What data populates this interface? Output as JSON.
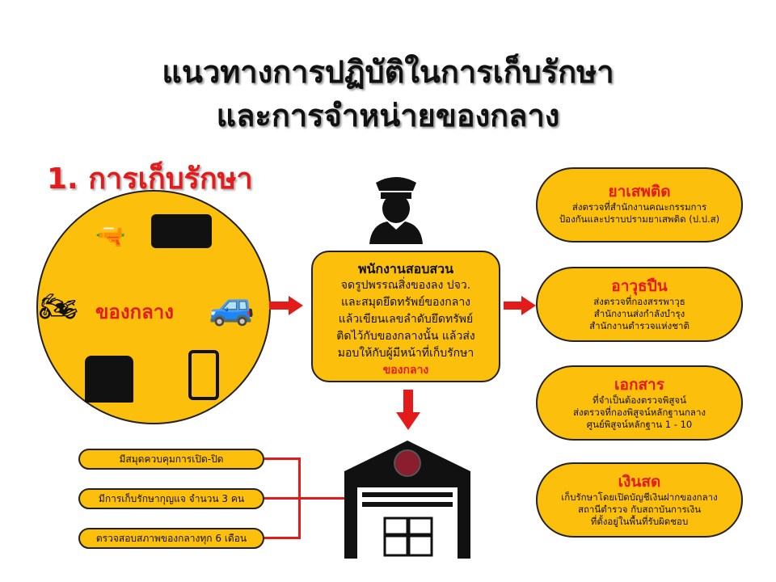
{
  "title": {
    "line1": "แนวทางการปฏิบัติในการเก็บรักษา",
    "line2": "และการจำหน่ายของกลาง"
  },
  "section": "1. การเก็บรักษา",
  "circle": {
    "label": "ของกลาง",
    "icons": [
      "gun-icon",
      "van-icon",
      "motorcycle-icon",
      "monster-truck-icon",
      "treasure-chest-icon",
      "medicine-bottle-icon"
    ]
  },
  "investigator": {
    "heading": "พนักงานสอบสวน",
    "lines": [
      "จดรูปพรรณสิ่งของลง ปจว.",
      "และสมุดยึดทรัพย์ของกลาง",
      "แล้วเขียนเลขลำดับยึดทรัพย์",
      "ติดไว้กับของกลางนั้น แล้วส่ง",
      "มอบให้กับผู้มีหน้าที่เก็บรักษา"
    ],
    "footer": "ของกลาง"
  },
  "categories": [
    {
      "title": "ยาเสพติด",
      "lines": [
        "ส่งตรวจที่สำนักงานคณะกรรมการ",
        "ป้องกันและปราบปรามยาเสพติด (ป.ป.ส)"
      ]
    },
    {
      "title": "อาวุธปืน",
      "lines": [
        "ส่งตรวจที่กองสรรพาวุธ",
        "สำนักงานส่งกำลังบำรุง",
        "สำนักงานตำรวจแห่งชาติ"
      ]
    },
    {
      "title": "เอกสาร",
      "lines": [
        "ที่จำเป็นต้องตรวจพิสูจน์",
        "ส่งตรวจที่กองพิสูจน์หลักฐานกลาง",
        "ศูนย์พิสูจน์หลักฐาน  1 - 10"
      ]
    },
    {
      "title": "เงินสด",
      "lines": [
        "เก็บรักษาโดยเปิดบัญชีเงินฝากของกลาง",
        "สถานีตำรวจ กับสถาบันการเงิน",
        "ที่ตั้งอยู่ในพื้นที่รับผิดชอบ"
      ]
    }
  ],
  "storage_rules": [
    "มีสมุดควบคุมการเปิด-ปิด",
    "มีการเก็บรักษากุญแจ จำนวน 3 คน",
    "ตรวจสอบสภาพของกลางทุก 6 เดือน"
  ],
  "colors": {
    "yellow": "#fbbf0c",
    "red": "#e31b1b"
  }
}
